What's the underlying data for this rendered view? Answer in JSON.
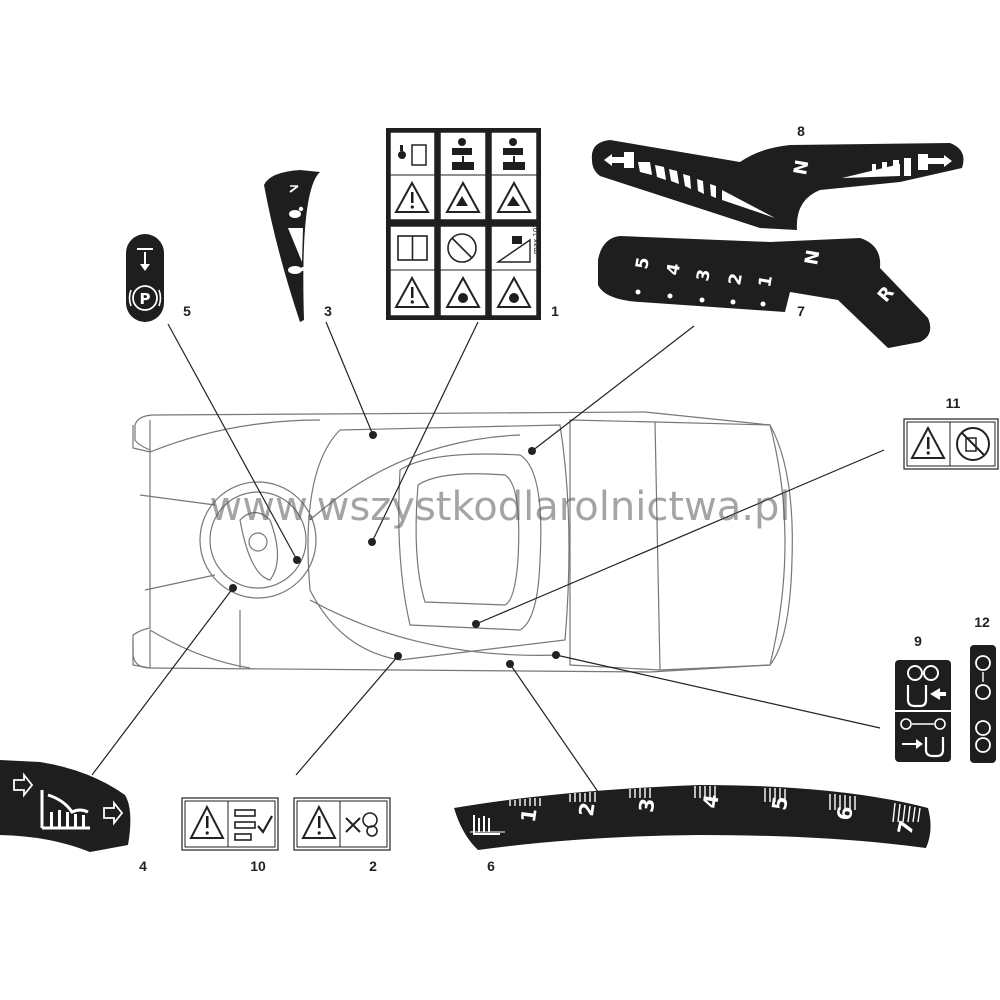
{
  "callouts": [
    "1",
    "2",
    "3",
    "4",
    "5",
    "6",
    "7",
    "8",
    "9",
    "10",
    "11",
    "12"
  ],
  "gear_fwd": [
    "5",
    "4",
    "3",
    "2",
    "1"
  ],
  "gear_neutral": "N",
  "gear_reverse": "R",
  "height_scale": [
    "1",
    "2",
    "3",
    "4",
    "5",
    "6",
    "7"
  ],
  "max_angle": "max 10°",
  "watermark": "www.wszystkodlarolnictwa.pl",
  "icons": [
    "warning-icon",
    "parking-brake-icon",
    "turtle-icon",
    "rabbit-icon",
    "manual-icon",
    "no-passengers-icon",
    "mower-blade-icon"
  ]
}
